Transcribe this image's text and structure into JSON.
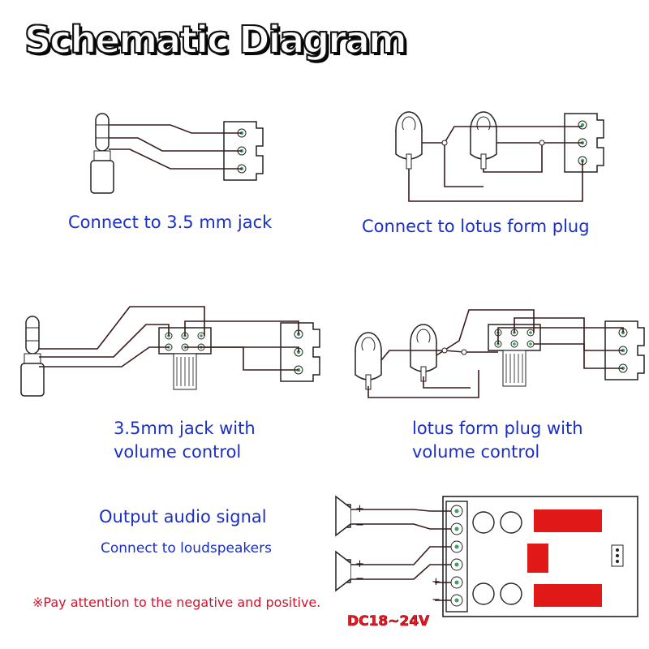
{
  "title": "Schematic Diagram",
  "panels": {
    "jack": {
      "caption": "Connect to 3.5 mm jack"
    },
    "lotus": {
      "caption": "Connect to lotus form plug"
    },
    "jack_volume": {
      "caption_line1": "3.5mm jack with",
      "caption_line2": "volume control"
    },
    "lotus_volume": {
      "caption_line1": "lotus form plug with",
      "caption_line2": "volume control"
    },
    "output": {
      "caption": "Output audio signal",
      "subcaption": "Connect to loudspeakers",
      "plus_sign": "+",
      "minus_sign": "−",
      "power_label": "DC18~24V"
    }
  },
  "note": "※Pay attention to the negative and positive.",
  "colors": {
    "caption": "#1a2fc8",
    "note": "#d8102a",
    "wire": "#3a1a1a",
    "pad": "#e01818",
    "terminal_dot": "#3aa05a"
  }
}
